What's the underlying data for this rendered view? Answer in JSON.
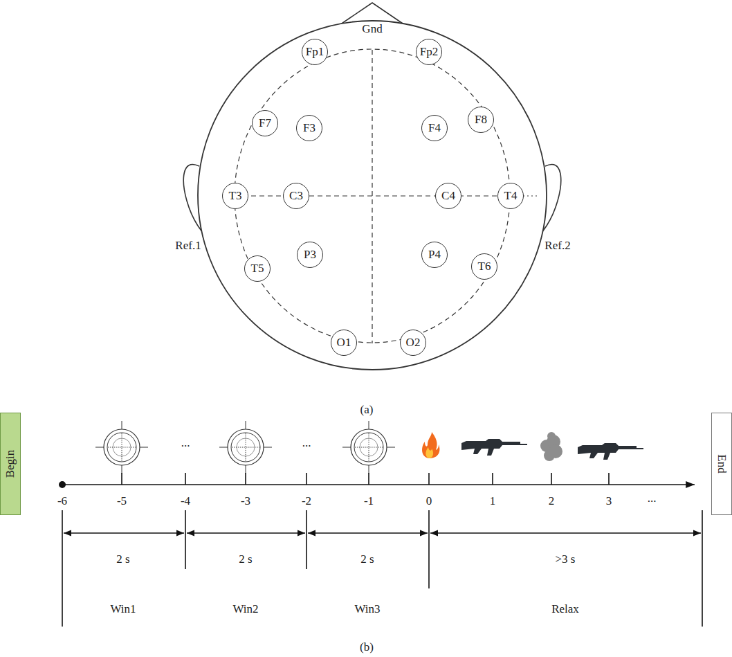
{
  "diagram": {
    "nodes": [
      {
        "text": [
          "Fp1"
        ]
      },
      {
        "text": [
          "Fp2"
        ]
      },
      {
        "text": [
          "F7"
        ]
      },
      {
        "text": [
          "F3"
        ]
      },
      {
        "text": [
          "F4"
        ]
      },
      {
        "text": [
          "F8"
        ]
      },
      {
        "text": [
          "T3"
        ]
      },
      {
        "text": [
          "C3"
        ]
      },
      {
        "text": [
          "C4"
        ]
      },
      {
        "text": [
          "T4"
        ]
      },
      {
        "text": [
          "T5"
        ]
      },
      {
        "text": [
          "P3"
        ]
      },
      {
        "text": [
          "P4"
        ]
      },
      {
        "text": [
          "T6"
        ]
      },
      {
        "text": [
          "O1"
        ]
      },
      {
        "text": [
          "O2"
        ]
      },
      {
        "text": [
          "Begin"
        ]
      },
      {
        "text": [
          "End"
        ]
      }
    ],
    "labels": [
      "Gnd",
      "Ref.1",
      "Ref.2",
      "(a)",
      "-6",
      "-5",
      "-4",
      "-3",
      "-2",
      "-1",
      "0",
      "1",
      "2",
      "3",
      "...",
      "...",
      "...",
      "2 s",
      "2 s",
      "2 s",
      ">3 s",
      "Win1",
      "Win2",
      "Win3",
      "Relax",
      "(b)"
    ]
  }
}
